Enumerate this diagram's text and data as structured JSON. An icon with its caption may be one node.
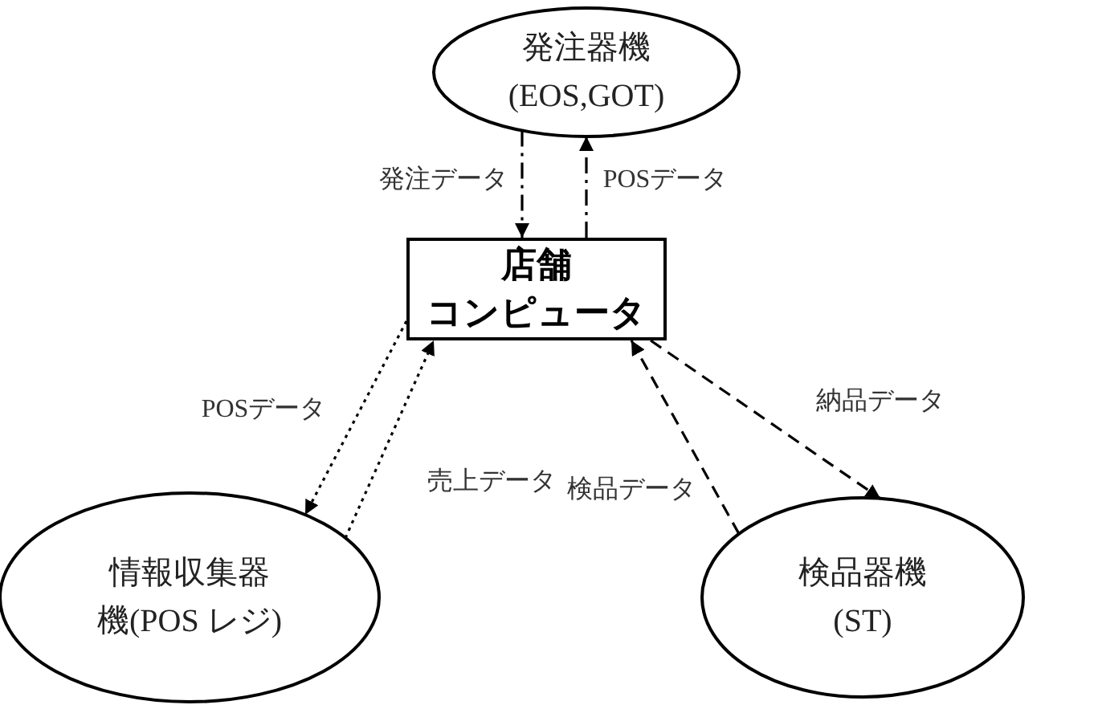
{
  "diagram": {
    "nodes": [
      {
        "text": [
          "発注器機",
          "(EOS,GOT)"
        ]
      },
      {
        "text": [
          "店舗",
          "コンピュータ"
        ]
      },
      {
        "text": [
          "情報収集器",
          "機(POS レジ)"
        ]
      },
      {
        "text": [
          "検品器機",
          "(ST)"
        ]
      }
    ],
    "edges": [
      {
        "from": 0,
        "to": 1,
        "arrow": "to",
        "label": "発注データ",
        "style": "dashed"
      },
      {
        "from": 1,
        "to": 0,
        "arrow": "to",
        "label": "POSデータ",
        "style": "dashed"
      },
      {
        "from": 1,
        "to": 2,
        "arrow": "to",
        "label": "POSデータ",
        "style": "dashed"
      },
      {
        "from": 2,
        "to": 1,
        "arrow": "to",
        "label": "売上データ",
        "style": "dashed"
      },
      {
        "from": 1,
        "to": 3,
        "arrow": "to",
        "label": "納品データ",
        "style": "dashed"
      },
      {
        "from": 3,
        "to": 1,
        "arrow": "to",
        "label": "検品データ",
        "style": "dashed"
      }
    ]
  }
}
